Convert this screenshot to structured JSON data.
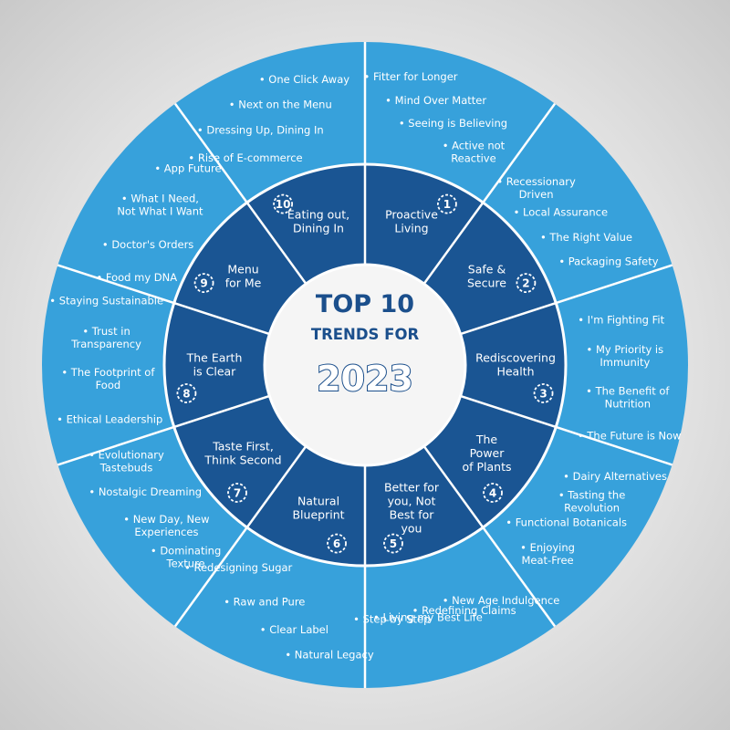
{
  "colors": {
    "outer_ring": "#37a1db",
    "inner_ring": "#1a5593",
    "center": "#f5f5f5",
    "divider": "#ffffff",
    "title_text": "#1b4f8c"
  },
  "center": {
    "line1": "TOP 10",
    "line2": "TRENDS FOR",
    "year": "2023"
  },
  "trends": [
    {
      "number": "1",
      "title": [
        "Proactive",
        "Living"
      ],
      "subtrends": [
        [
          "Fitter for Longer"
        ],
        [
          "Mind Over Matter"
        ],
        [
          "Seeing is Believing"
        ],
        [
          "Active not",
          "Reactive"
        ]
      ]
    },
    {
      "number": "2",
      "title": [
        "Safe &",
        "Secure"
      ],
      "subtrends": [
        [
          "Recessionary",
          "Driven"
        ],
        [
          "Local Assurance"
        ],
        [
          "The Right Value"
        ],
        [
          "Packaging Safety"
        ]
      ]
    },
    {
      "number": "3",
      "title": [
        "Rediscovering",
        "Health"
      ],
      "subtrends": [
        [
          "I'm Fighting Fit"
        ],
        [
          "My Priority is",
          "Immunity"
        ],
        [
          "The Benefit of",
          "Nutrition"
        ],
        [
          "The Future is Now"
        ]
      ]
    },
    {
      "number": "4",
      "title": [
        "The",
        "Power",
        "of Plants"
      ],
      "subtrends": [
        [
          "Dairy Alternatives"
        ],
        [
          "Tasting the",
          "Revolution"
        ],
        [
          "Functional Botanicals"
        ],
        [
          "Enjoying",
          "Meat-Free"
        ]
      ]
    },
    {
      "number": "5",
      "title": [
        "Better for",
        "you, Not",
        "Best for",
        "you"
      ],
      "subtrends": [
        [
          "New Age Indulgence"
        ],
        [
          "Redefining Claims"
        ],
        [
          "Living my Best Life"
        ],
        [
          "Step by Step"
        ]
      ]
    },
    {
      "number": "6",
      "title": [
        "Natural",
        "Blueprint"
      ],
      "subtrends": [
        [
          "Redesigning Sugar"
        ],
        [
          "Raw and Pure"
        ],
        [
          "Clear Label"
        ],
        [
          "Natural Legacy"
        ]
      ]
    },
    {
      "number": "7",
      "title": [
        "Taste First,",
        "Think Second"
      ],
      "subtrends": [
        [
          "Evolutionary",
          "Tastebuds"
        ],
        [
          "Nostalgic Dreaming"
        ],
        [
          "New Day, New",
          "Experiences"
        ],
        [
          "Dominating",
          "Texture"
        ]
      ]
    },
    {
      "number": "8",
      "title": [
        "The Earth",
        "is Clear"
      ],
      "subtrends": [
        [
          "Staying Sustainable"
        ],
        [
          "Trust in",
          "Transparency"
        ],
        [
          "The Footprint of",
          "Food"
        ],
        [
          "Ethical Leadership"
        ]
      ]
    },
    {
      "number": "9",
      "title": [
        "Menu",
        "for Me"
      ],
      "subtrends": [
        [
          "App Future"
        ],
        [
          "What I Need,",
          "Not What I Want"
        ],
        [
          "Doctor's Orders"
        ],
        [
          "Food my DNA"
        ]
      ]
    },
    {
      "number": "10",
      "title": [
        "Eating out,",
        "Dining In"
      ],
      "subtrends": [
        [
          "One Click Away"
        ],
        [
          "Next on the Menu"
        ],
        [
          "Dressing Up, Dining In"
        ],
        [
          "Rise of E-commerce"
        ]
      ]
    }
  ]
}
